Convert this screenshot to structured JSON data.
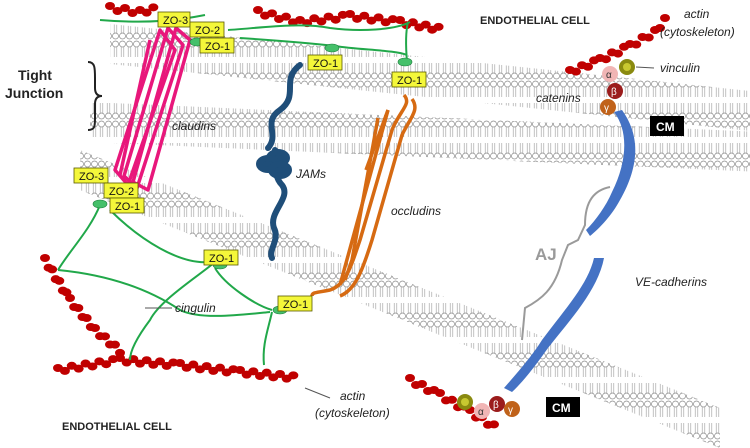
{
  "top_cell_label": "ENDOTHELIAL CELL",
  "bottom_cell_label": "ENDOTHELIAL CELL",
  "tight_junction_line1": "Tight",
  "tight_junction_line2": "Junction",
  "claudins": "claudins",
  "jams": "JAMs",
  "occludins": "occludins",
  "cingulin": "cingulin",
  "catenins": "catenins",
  "vinculin": "vinculin",
  "aj": "AJ",
  "ve_cadherins": "VE-cadherins",
  "actin_top_line1": "actin",
  "actin_top_line2": "(cytoskeleton)",
  "actin_bottom_line1": "actin",
  "actin_bottom_line2": "(cytoskeleton)",
  "cm_label": "CM",
  "zo": {
    "zo1": "ZO-1",
    "zo2": "ZO-2",
    "zo3": "ZO-3"
  },
  "catenin_symbols": {
    "alpha": "α",
    "beta": "β",
    "gamma": "γ"
  },
  "colors": {
    "claudin": "#e8177b",
    "jam": "#1f4e79",
    "occludin": "#d66a12",
    "ve_cadherin": "#4472c4",
    "actin": "#c00000",
    "zo": "#f4f73a",
    "linker": "#21a84a",
    "membrane": "#bfbfbf"
  }
}
